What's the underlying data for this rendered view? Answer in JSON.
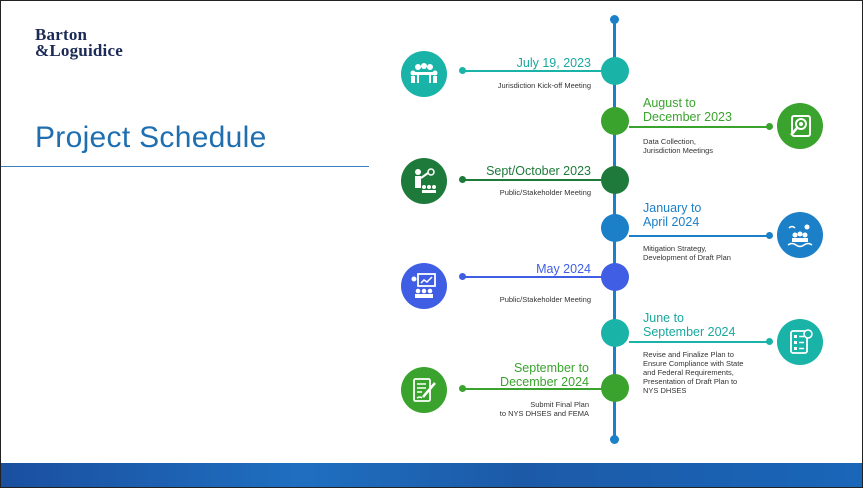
{
  "logo": {
    "line1": "Barton",
    "line2": "&Loguidice"
  },
  "title": "Project Schedule",
  "colors": {
    "teal": "#19b3a8",
    "green": "#3aa32e",
    "dark_green": "#1e7a3a",
    "blue": "#1b80c8",
    "indigo": "#3f5ee3"
  },
  "milestones": [
    {
      "date": "July 19, 2023",
      "description": "Jurisdiction Kick-off Meeting",
      "icon": "meeting-table-icon",
      "side": "left"
    },
    {
      "date_line1": "August to",
      "date_line2": "December 2023",
      "description_line1": "Data Collection,",
      "description_line2": "Jurisdiction Meetings",
      "icon": "data-search-icon",
      "side": "right"
    },
    {
      "date": "Sept/October 2023",
      "description": "Public/Stakeholder Meeting",
      "icon": "presenter-icon",
      "side": "left"
    },
    {
      "date_line1": "January to",
      "date_line2": "April 2024",
      "description_line1": "Mitigation Strategy,",
      "description_line2": "Development of Draft Plan",
      "icon": "weather-community-icon",
      "side": "right"
    },
    {
      "date": "May 2024",
      "description": "Public/Stakeholder Meeting",
      "icon": "presentation-audience-icon",
      "side": "left"
    },
    {
      "date_line1": "June to",
      "date_line2": "September 2024",
      "description_lines": [
        "Revise and Finalize Plan to",
        "Ensure Compliance with State",
        "and Federal Requirements,",
        "Presentation of Draft Plan to",
        "NYS DHSES"
      ],
      "icon": "checklist-icon",
      "side": "right"
    },
    {
      "date_line1": "September to",
      "date_line2": "December 2024",
      "description_line1": "Submit Final Plan",
      "description_line2": "to NYS DHSES and FEMA",
      "icon": "document-sign-icon",
      "side": "left"
    }
  ]
}
